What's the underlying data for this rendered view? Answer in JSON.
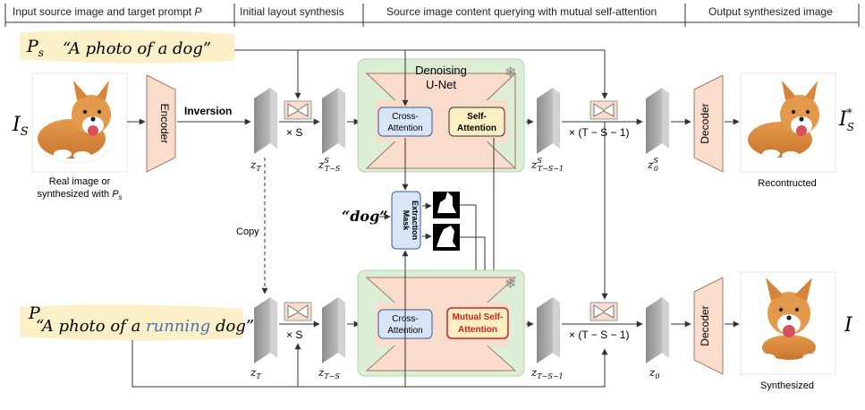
{
  "headers": {
    "h1": "Input source image and target prompt",
    "h1_var": "P",
    "h2": "Initial layout synthesis",
    "h3": "Source image content querying with mutual self-attention",
    "h4": "Output synthesized image"
  },
  "prompts": {
    "source_var": "P",
    "source_sub": "s",
    "source_text": "“A photo of a dog”",
    "target_var": "P",
    "target_pre": "“A photo of a ",
    "target_highlight": "running",
    "target_post": " dog”",
    "dog_token": "“dog”"
  },
  "inputs": {
    "source_symbol": "I",
    "source_sub": "S",
    "caption_line1": "Real image or",
    "caption_line2": "synthesized with",
    "caption_var": "P",
    "caption_sub": "s"
  },
  "modules": {
    "encoder": "Encoder",
    "decoder": "Decoder",
    "inversion": "Inversion",
    "unet_title_line1": "Denoising",
    "unet_title_line2": "U-Net",
    "cross_attn_line1": "Cross-",
    "cross_attn_line2": "Attention",
    "self_attn_line1": "Self-",
    "self_attn_line2": "Attention",
    "cross_attn_bottom_line1": "Cross-",
    "cross_attn_bottom_line2": "Attention",
    "mutual_attn_line1": "Mutual Self-",
    "mutual_attn_line2": "Attention",
    "mask_line1": "Mask",
    "mask_line2": "Extraction",
    "copy": "Copy"
  },
  "latents": {
    "zT": "z",
    "zT_sub": "T",
    "zTS_top_sup": "S",
    "zTS_sub": "T−S",
    "zTS1_top_sup": "S",
    "zTS1_sub": "T−S−1",
    "z0_top_sup": "S",
    "z0_sub": "0",
    "times_S": "× S",
    "times_TS1": "× (T − S − 1)"
  },
  "outputs": {
    "recon_symbol": "I",
    "recon_sub": "S",
    "recon_sup": "*",
    "recon_caption": "Recontructed",
    "synth_symbol": "I",
    "synth_caption": "Synthesized"
  },
  "colors": {
    "prompt_highlight": "#fbf0c8",
    "module_fill": "#f9dccb",
    "module_stroke": "#a07a66",
    "unet_bg": "#dcefd6",
    "cross_fill": "#d7e5f6",
    "cross_stroke": "#3b5a9a",
    "self_fill": "#fcefc4",
    "mutual_stroke": "#d22020",
    "mutual_text": "#d22020",
    "running_text": "#4a6fb0"
  }
}
